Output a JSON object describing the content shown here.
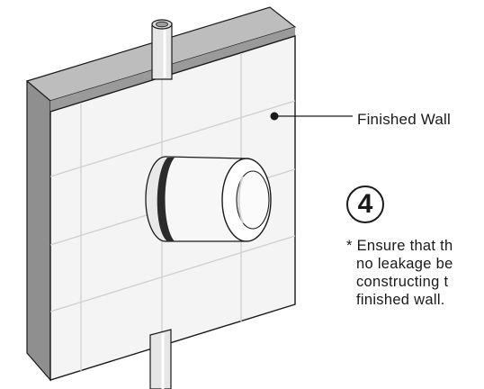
{
  "callout": {
    "label": "Finished Wall"
  },
  "step": {
    "number": "4"
  },
  "note": {
    "lines": [
      "* Ensure that th",
      "no leakage be",
      "constructing t",
      "finished wall."
    ]
  },
  "colors": {
    "wall_face": "#f4f4f4",
    "wall_side": "#8f8f8f",
    "wall_top": "#bdbdbd",
    "outline": "#1a1a1a",
    "tile_grid": "#cfcfcf"
  }
}
